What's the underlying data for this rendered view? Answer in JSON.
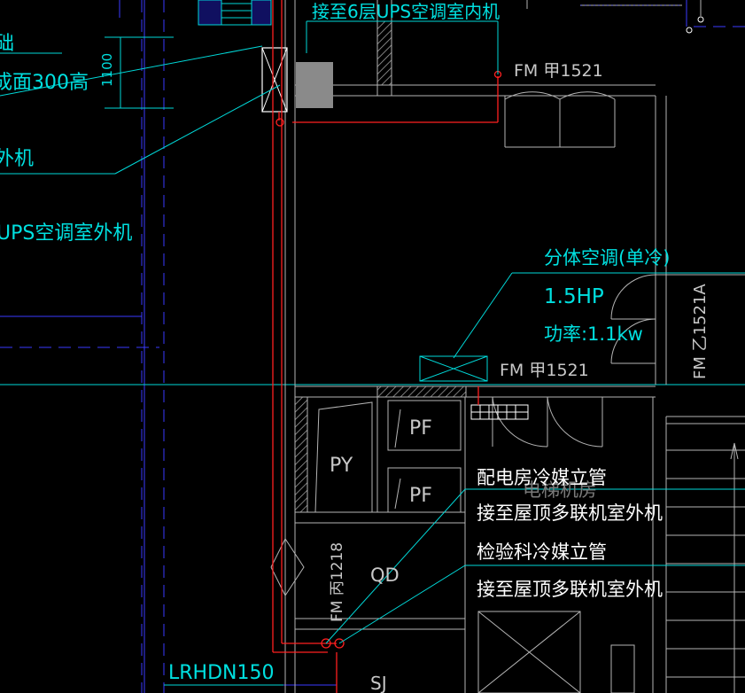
{
  "labels": {
    "top_note": "接至6层UPS空调室内机",
    "left_chu": "础",
    "left_height": "成面300高",
    "dim_1100": "1100",
    "left_wai": "外机",
    "ups_outdoor": "UPS空调室外机",
    "fm_a_top": "FM 甲1521",
    "split_ac": "分体空调(单冷)",
    "hp": "1.5HP",
    "power": "功率:1.1kw",
    "fm_a_mid": "FM 甲1521",
    "fm_b_vert": "FM 乙1521A",
    "py": "PY",
    "pf1": "PF",
    "pf2": "PF",
    "note1": "配电房冷媒立管",
    "note2": "接至屋顶多联机室外机",
    "note3": "检验科冷媒立管",
    "note4": "接至屋顶多联机室外机",
    "fm_c_vert": "FM 丙1218",
    "qd": "QD",
    "lrhdn": "LRHDN150",
    "sj": "SJ",
    "elevator_bg": "电梯机房"
  },
  "colors": {
    "background": "#000000",
    "annotation": "#00e0e0",
    "wall": "#b4b4b4",
    "pipe": "#ff2020",
    "axis": "#3a3aff"
  }
}
